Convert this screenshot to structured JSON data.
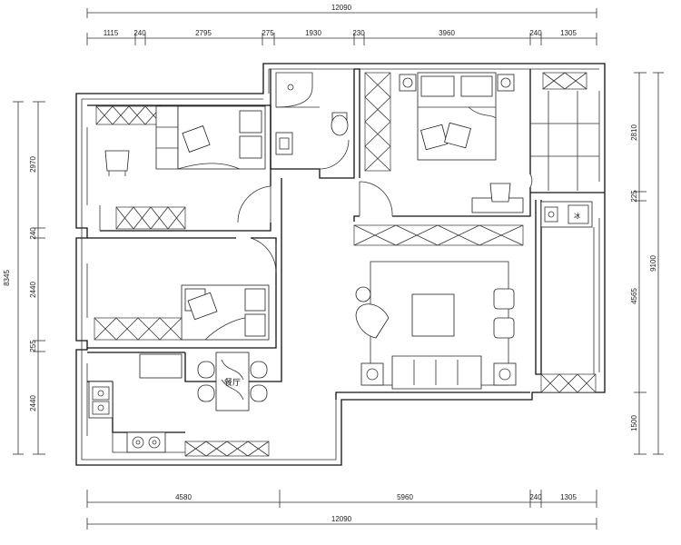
{
  "dimensions": {
    "top_total": "12090",
    "top_segments": [
      "1115",
      "240",
      "2795",
      "275",
      "1930",
      "230",
      "3960",
      "240",
      "1305"
    ],
    "bottom_segments": [
      "4580",
      "5960",
      "240",
      "1305"
    ],
    "bottom_total": "12090",
    "left_total": "8345",
    "left_segments": [
      "2970",
      "240",
      "2440",
      "255",
      "2440"
    ],
    "right_total": "9100",
    "right_segments": [
      "2810",
      "225",
      "4565",
      "1500"
    ]
  },
  "rooms": {
    "dining_label": "餐厅",
    "fridge_label": "冰"
  }
}
